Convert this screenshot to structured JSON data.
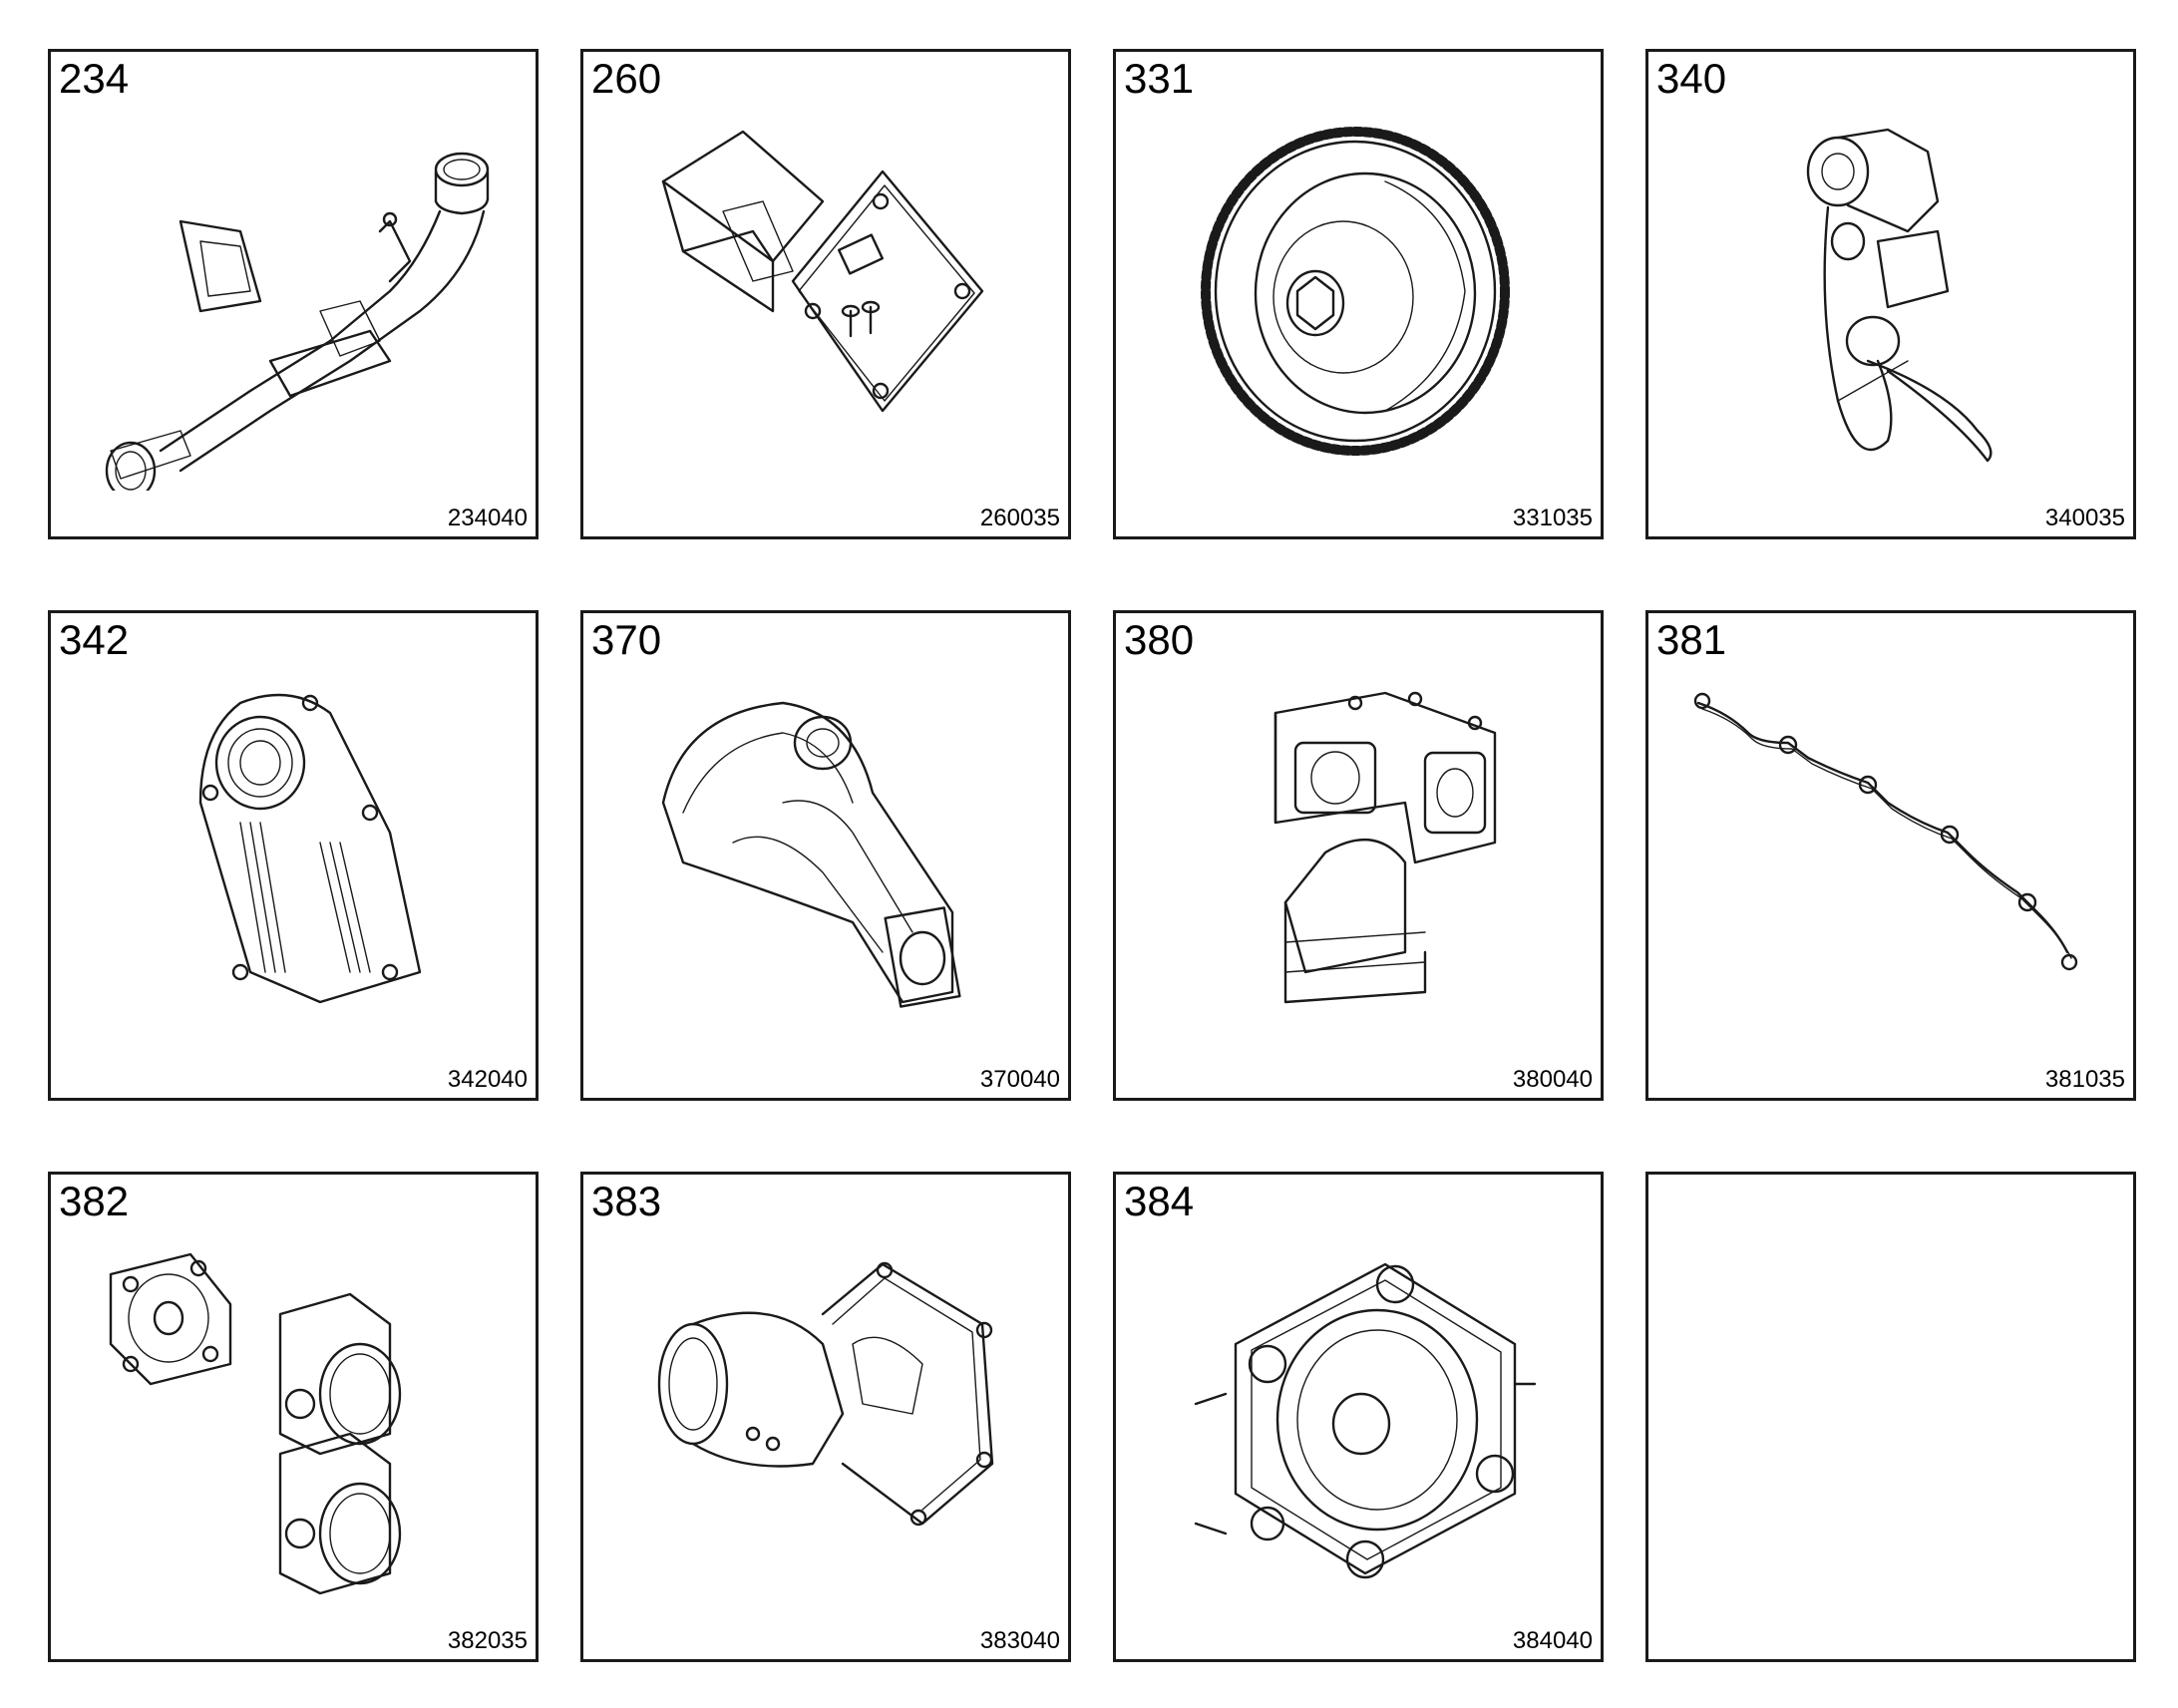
{
  "cells": [
    {
      "number": "234",
      "code": "234040",
      "icon": "intake-pipe-assembly-icon"
    },
    {
      "number": "260",
      "code": "260035",
      "icon": "mounting-bracket-plate-icon"
    },
    {
      "number": "331",
      "code": "331035",
      "icon": "gear-wheel-icon"
    },
    {
      "number": "340",
      "code": "340035",
      "icon": "belt-drive-assembly-icon"
    },
    {
      "number": "342",
      "code": "342040",
      "icon": "timing-cover-icon"
    },
    {
      "number": "370",
      "code": "370040",
      "icon": "housing-duct-icon"
    },
    {
      "number": "380",
      "code": "380040",
      "icon": "manifold-block-icon"
    },
    {
      "number": "381",
      "code": "381035",
      "icon": "wiring-harness-icon"
    },
    {
      "number": "382",
      "code": "382035",
      "icon": "cylinder-cover-set-icon"
    },
    {
      "number": "383",
      "code": "383040",
      "icon": "elbow-flange-icon"
    },
    {
      "number": "384",
      "code": "384040",
      "icon": "cover-plate-icon"
    },
    {
      "number": "",
      "code": "",
      "icon": ""
    }
  ]
}
